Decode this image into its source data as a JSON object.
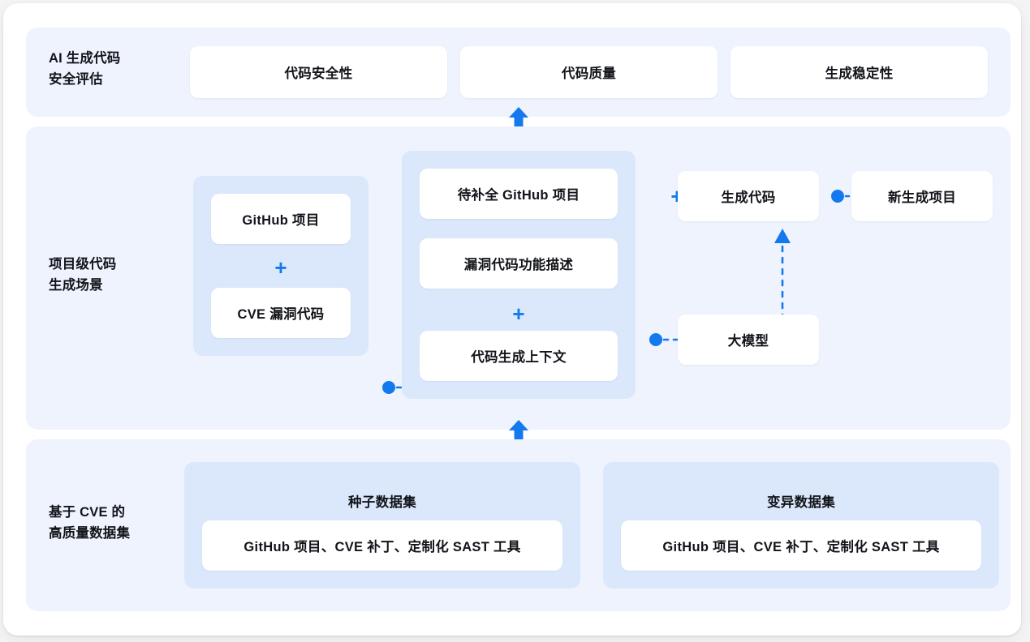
{
  "colors": {
    "page_background": "#f4f4f5",
    "card_surface": "#ffffff",
    "band_background": "#eef3fd",
    "group_background": "#dbe8fb",
    "accent_blue": "#1479ee",
    "text": "#12141a"
  },
  "sections": {
    "top": {
      "label": "AI 生成代码\n安全评估",
      "cards": [
        {
          "label": "代码安全性"
        },
        {
          "label": "代码质量"
        },
        {
          "label": "生成稳定性"
        }
      ]
    },
    "middle": {
      "label": "项目级代码\n生成场景",
      "input_group": {
        "cards": [
          {
            "label": "GitHub 项目"
          },
          {
            "label": "CVE 漏洞代码"
          }
        ],
        "operator": "+"
      },
      "context_group": {
        "cards": [
          {
            "label": "待补全 GitHub 项目"
          },
          {
            "label": "漏洞代码功能描述"
          },
          {
            "label": "代码生成上下文"
          }
        ],
        "operator": "+"
      },
      "operator_right": "+",
      "output_cards": [
        {
          "label": "生成代码"
        },
        {
          "label": "新生成项目"
        },
        {
          "label": "大模型"
        }
      ]
    },
    "bottom": {
      "label": "基于 CVE 的\n高质量数据集",
      "groups": [
        {
          "title": "种子数据集",
          "card": "GitHub 项目、CVE 补丁、定制化 SAST 工具"
        },
        {
          "title": "变异数据集",
          "card": "GitHub 项目、CVE 补丁、定制化 SAST 工具"
        }
      ]
    }
  },
  "connectors": {
    "bottom_to_middle": "up-arrow",
    "middle_to_top": "up-arrow",
    "input_to_context": "dot-dashed-arrow",
    "context_to_model": "dot-dashed-arrow",
    "model_to_generated": "dot-dashed-arrow-up",
    "generated_to_project": "dot-dashed-arrow"
  }
}
